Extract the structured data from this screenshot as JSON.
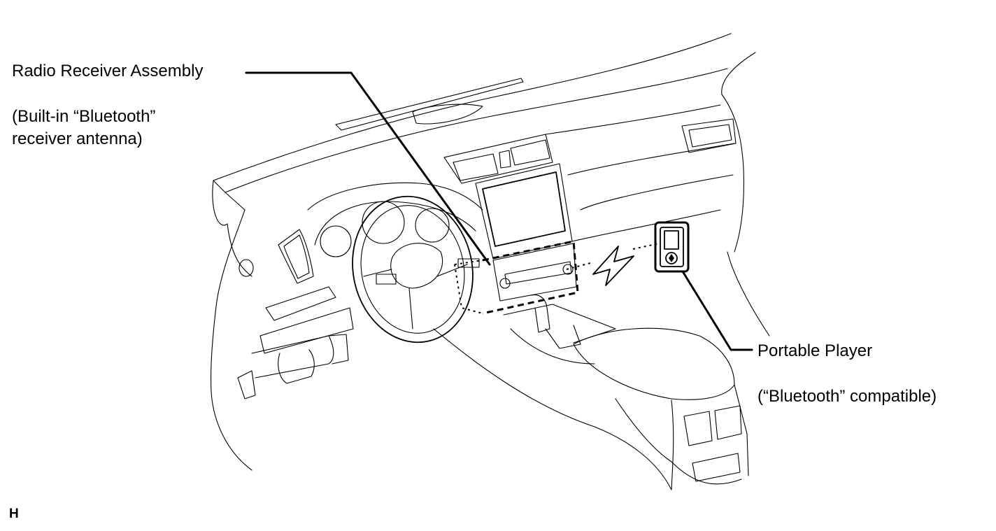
{
  "callouts": {
    "radio_receiver": {
      "name": "Radio Receiver Assembly",
      "note_line1": "(Built-in “Bluetooth”",
      "note_line2": "receiver antenna)"
    },
    "portable_player": {
      "name": "Portable Player",
      "note": "(“Bluetooth” compatible)"
    }
  },
  "figure_code": "H",
  "icons": [
    "dashboard-illustration",
    "wireless-signal-icon",
    "portable-player-icon"
  ],
  "colors": {
    "ink": "#000000",
    "background": "#ffffff"
  }
}
